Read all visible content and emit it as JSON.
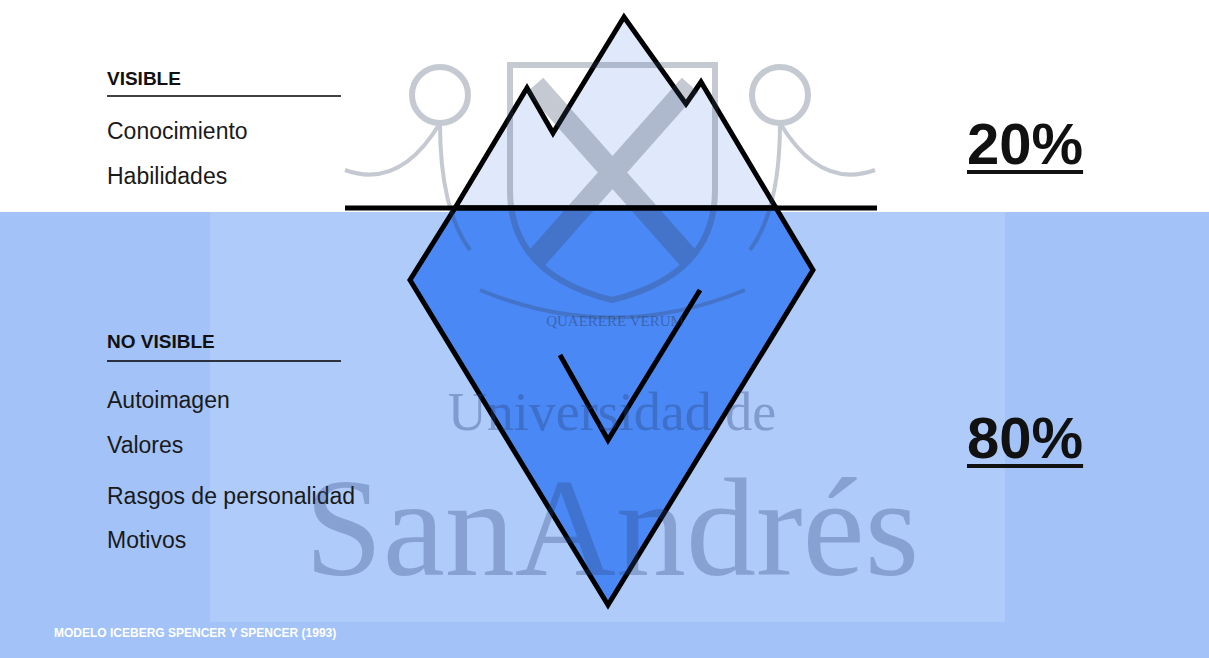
{
  "diagram": {
    "caption": "MODELO ICEBERG SPENCER Y SPENCER (1993)",
    "labels": [
      "VISIBLE",
      "Conocimiento",
      "Habilidades",
      "20%",
      "NO VISIBLE",
      "Autoimagen",
      "Valores",
      "Rasgos de personalidad",
      "Motivos",
      "80%",
      "QUAERERE VERUM",
      "Universidad de",
      "SanAndrés"
    ]
  }
}
